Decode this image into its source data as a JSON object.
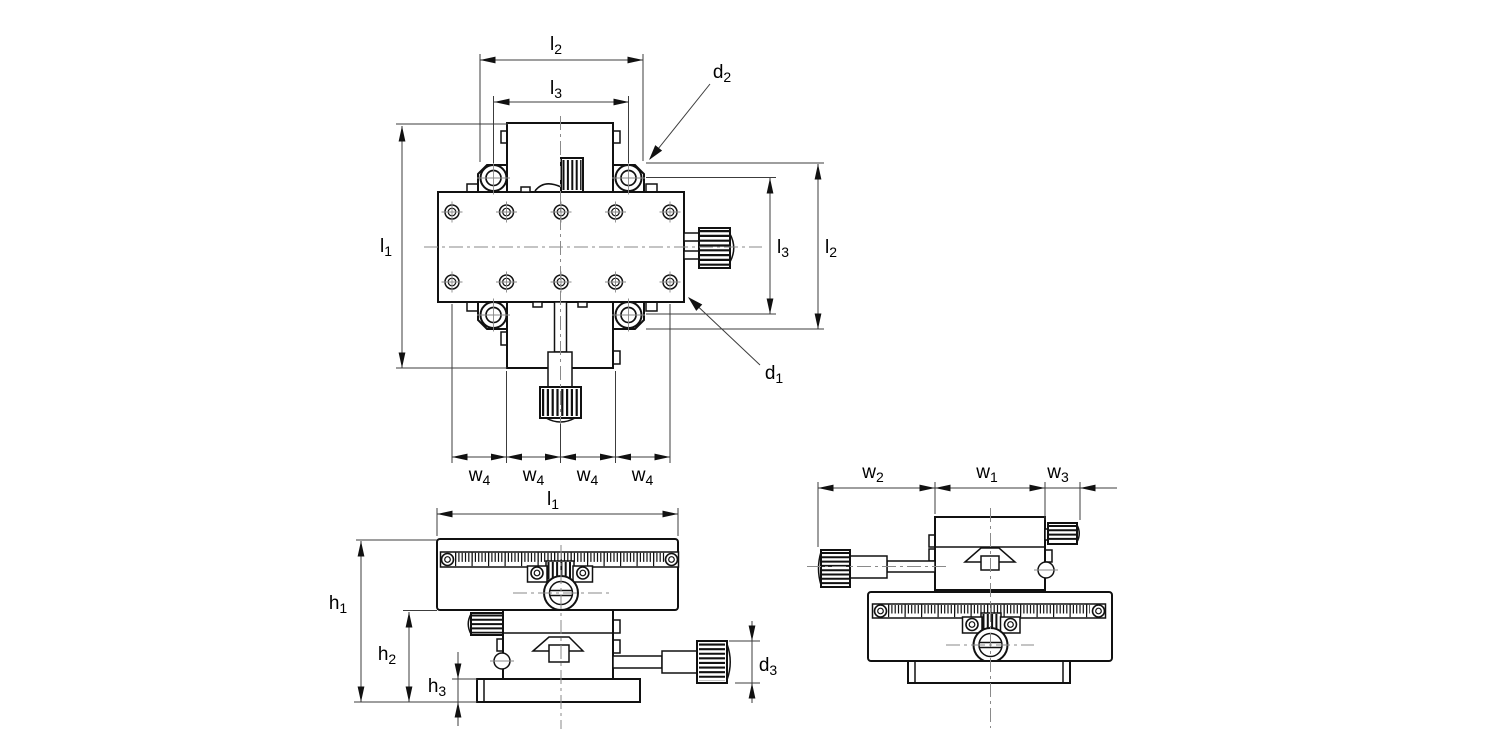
{
  "colors": {
    "bg": "#ffffff",
    "line": "#111111",
    "thin": "#3c3c3c",
    "center": "#8a8a8a"
  },
  "dimension_labels": {
    "l1": {
      "base": "l",
      "sub": "1"
    },
    "l2": {
      "base": "l",
      "sub": "2"
    },
    "l3": {
      "base": "l",
      "sub": "3"
    },
    "d1": {
      "base": "d",
      "sub": "1"
    },
    "d2": {
      "base": "d",
      "sub": "2"
    },
    "d3": {
      "base": "d",
      "sub": "3"
    },
    "w1": {
      "base": "w",
      "sub": "1"
    },
    "w2": {
      "base": "w",
      "sub": "2"
    },
    "w3": {
      "base": "w",
      "sub": "3"
    },
    "w4": {
      "base": "w",
      "sub": "4"
    },
    "h1": {
      "base": "h",
      "sub": "1"
    },
    "h2": {
      "base": "h",
      "sub": "2"
    },
    "h3": {
      "base": "h",
      "sub": "3"
    }
  }
}
